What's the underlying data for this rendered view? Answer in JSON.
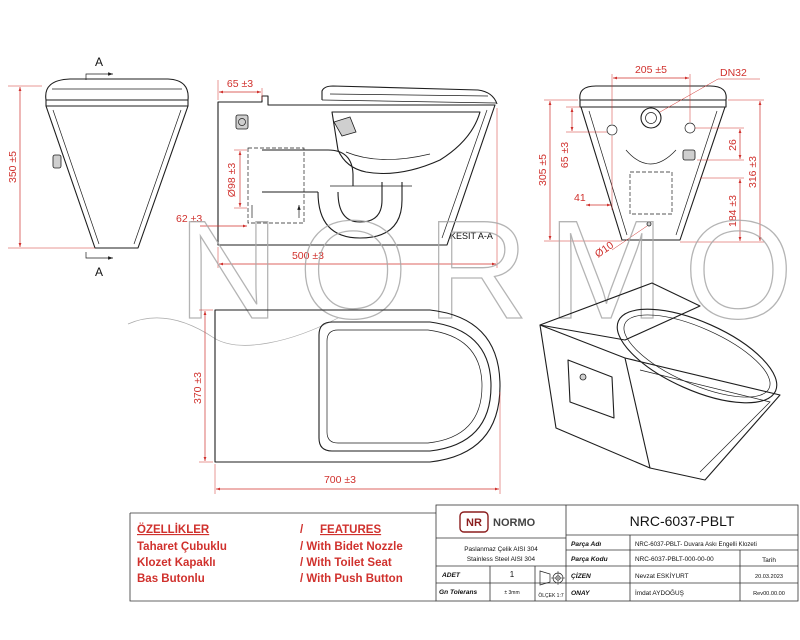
{
  "watermark": "NORMO",
  "section_markers": {
    "top": "A",
    "bottom": "A"
  },
  "dimensions": {
    "front_height": "350 ±5",
    "wall_offset": "65 ±3",
    "pipe_diameter": "Ø98 ±3",
    "pipe_height": "62 ±3",
    "section_length": "500 ±3",
    "section_label": "KESIT A-A",
    "hole_spacing": "205 ±5",
    "drain_size": "DN32",
    "side_height": "305 ±5",
    "side_offset": "65 ±3",
    "side_small": "26",
    "side_total": "316 ±3",
    "side_lower": "184 ±3",
    "side_inset": "41",
    "hole_diameter": "Ø10",
    "top_width": "370 ±3",
    "top_length": "700 ±3"
  },
  "features": {
    "heading_tr": "ÖZELLİKLER",
    "separator": "/",
    "heading_en": "FEATURES",
    "items": [
      {
        "tr": "Taharet Çubuklu",
        "en": "/ With Bidet Nozzle"
      },
      {
        "tr": "Klozet Kapaklı",
        "en": "/ With Toilet Seat"
      },
      {
        "tr": "Bas Butonlu",
        "en": "/ With Push Button"
      }
    ]
  },
  "title_block": {
    "logo_mark": "NR",
    "logo_text": "NORMO",
    "material_tr": "Paslanmaz Çelik AISI 304",
    "material_en": "Stainless Steel AISI 304",
    "qty_label": "ADET",
    "qty_value": "1",
    "tolerance_label": "Gn Tolerans",
    "tolerance_value": "± 3mm",
    "scale": "ÖLÇEK 1:7",
    "drawing_number": "NRC-6037-PBLT",
    "part_name_label": "Parça Adı",
    "part_name": "NRC-6037-PBLT- Duvara Askı Engelli Klozeti",
    "part_code_label": "Parça Kodu",
    "part_code": "NRC-6037-PBLT-000-00-00",
    "date_label": "Tarih",
    "drawn_label": "ÇİZEN",
    "drawn_by": "Nevzat ESKİYURT",
    "date": "20.03.2023",
    "approved_label": "ONAY",
    "approved_by": "İmdat AYDOĞUŞ",
    "revision": "Rev00.00.00"
  },
  "colors": {
    "dimension": "#d0312d",
    "feature_text": "#d0312d",
    "line": "#1e1e1e",
    "watermark": "#a8a8a8"
  }
}
